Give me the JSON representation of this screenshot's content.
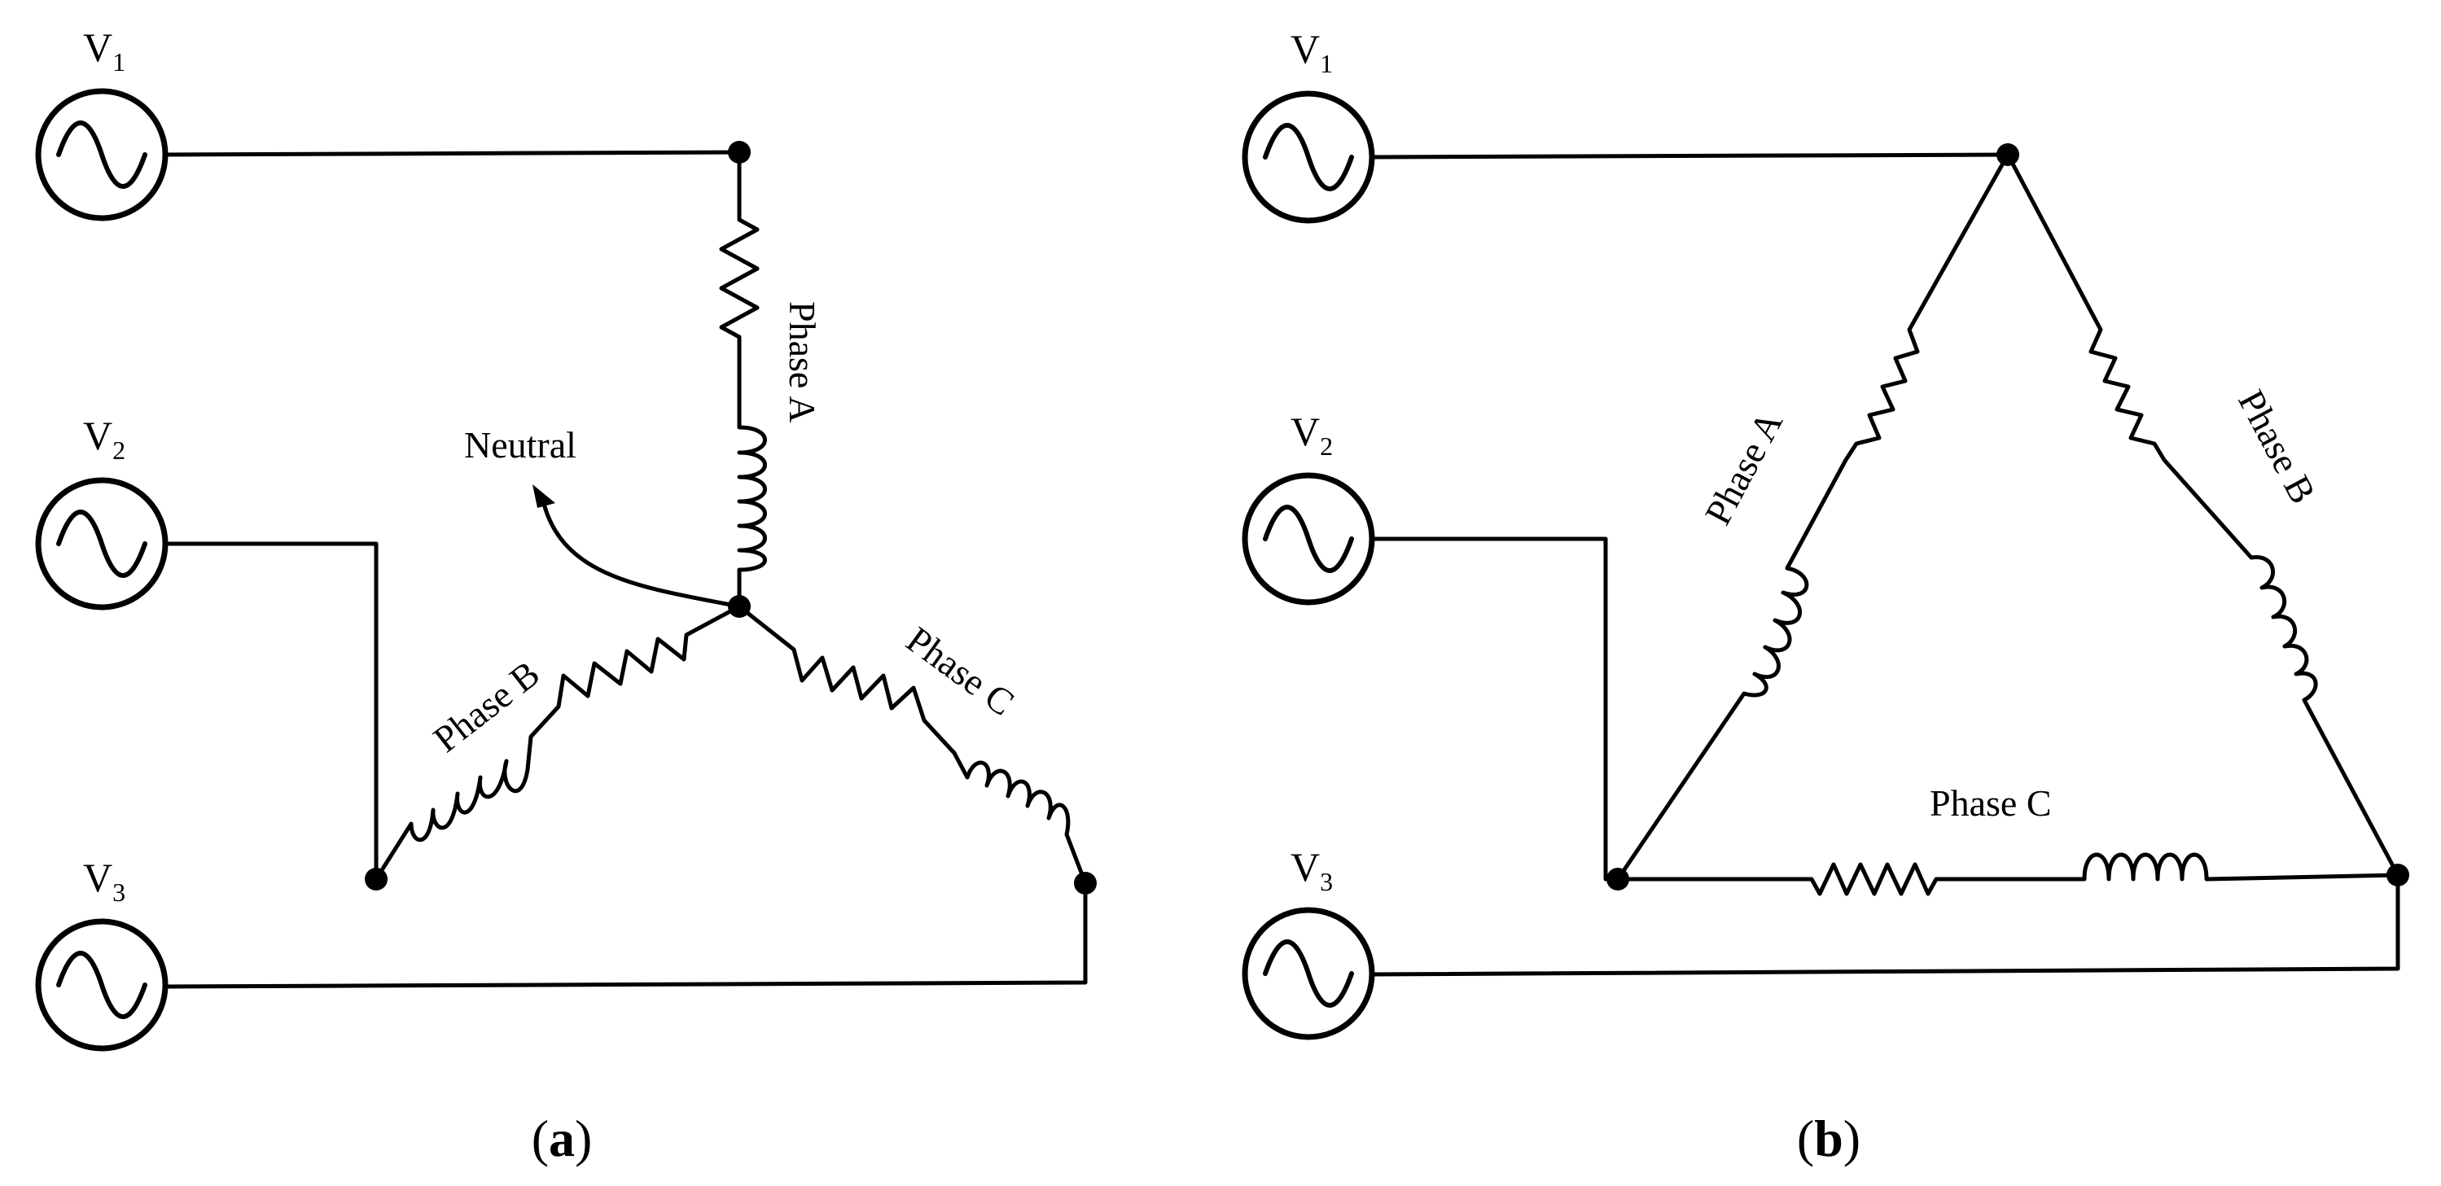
{
  "sources": {
    "v1": {
      "letter": "V",
      "index": "1"
    },
    "v2": {
      "letter": "V",
      "index": "2"
    },
    "v3": {
      "letter": "V",
      "index": "3"
    }
  },
  "wye": {
    "neutral_label": "Neutral",
    "phase_a": "Phase A",
    "phase_b": "Phase B",
    "phase_c": "Phase C",
    "caption_open": "(",
    "caption_letter": "a",
    "caption_close": ")"
  },
  "delta": {
    "phase_a": "Phase A",
    "phase_b": "Phase B",
    "phase_c": "Phase C",
    "caption_open": "(",
    "caption_letter": "b",
    "caption_close": ")"
  }
}
